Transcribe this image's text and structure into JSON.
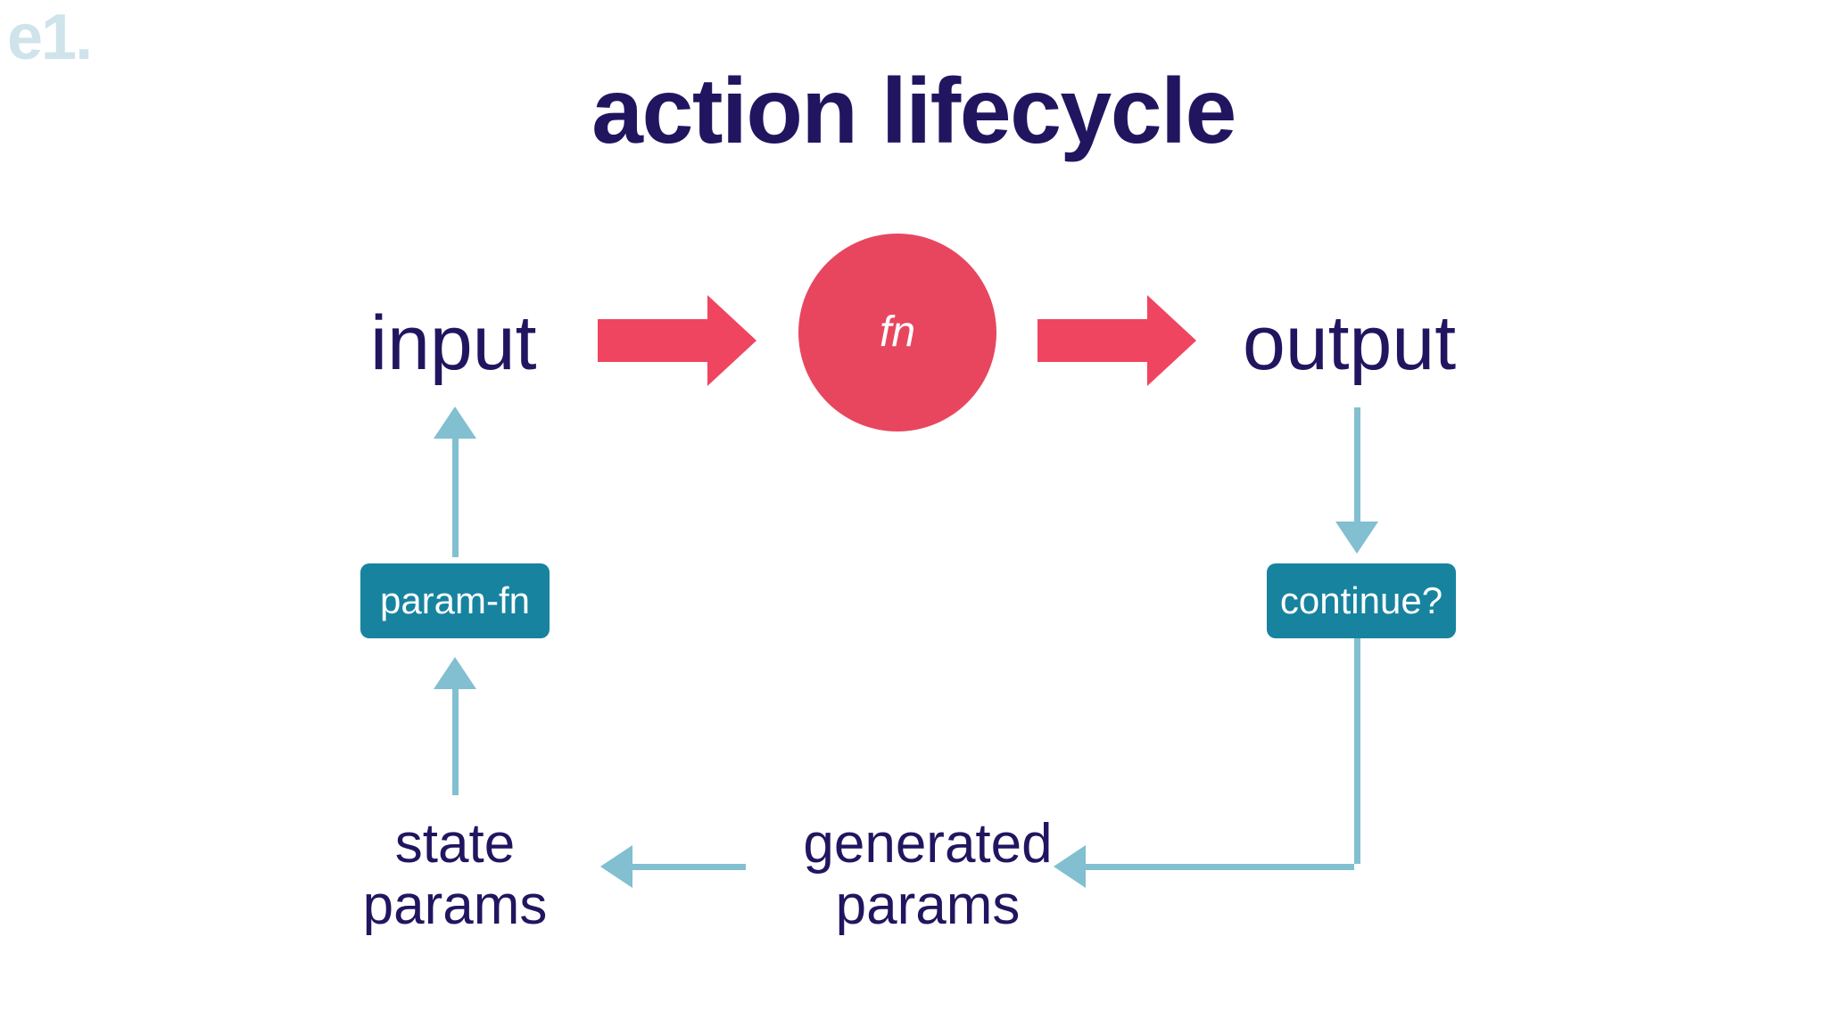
{
  "slide": {
    "watermark": "e1.",
    "title": "action lifecycle",
    "background_color": "#ffffff"
  },
  "colors": {
    "title_navy": "#221560",
    "label_navy": "#221560",
    "fn_circle_red": "#e8465f",
    "red_arrow": "#ef4560",
    "teal_box": "#17839f",
    "thin_arrow_blue": "#81bfd1",
    "watermark_blue": "#cfe3ea"
  },
  "nodes": {
    "input": {
      "label": "input",
      "shape": "text"
    },
    "fn": {
      "label": "fn",
      "shape": "circle",
      "style": "italic",
      "text_color": "#ffffff"
    },
    "output": {
      "label": "output",
      "shape": "text"
    },
    "param_fn": {
      "label": "param-fn",
      "shape": "rounded-box"
    },
    "continue": {
      "label": "continue?",
      "shape": "rounded-box"
    },
    "state_params": {
      "line1": "state",
      "line2": "params",
      "shape": "text"
    },
    "generated_params": {
      "line1": "generated",
      "line2": "params",
      "shape": "text"
    }
  },
  "edges": [
    {
      "id": "input-to-fn",
      "from": "input",
      "to": "fn",
      "style": "thick-red",
      "direction": "right"
    },
    {
      "id": "fn-to-output",
      "from": "fn",
      "to": "output",
      "style": "thick-red",
      "direction": "right"
    },
    {
      "id": "output-to-continue",
      "from": "output",
      "to": "continue",
      "style": "thin-blue",
      "direction": "down"
    },
    {
      "id": "continue-to-generated-params",
      "from": "continue",
      "to": "generated params",
      "style": "thin-blue",
      "direction": "down-then-left"
    },
    {
      "id": "generated-params-to-state-params",
      "from": "generated params",
      "to": "state params",
      "style": "thin-blue",
      "direction": "left"
    },
    {
      "id": "state-params-to-param-fn",
      "from": "state params",
      "to": "param-fn",
      "style": "thin-blue",
      "direction": "up"
    },
    {
      "id": "param-fn-to-input",
      "from": "param-fn",
      "to": "input",
      "style": "thin-blue",
      "direction": "up"
    }
  ]
}
